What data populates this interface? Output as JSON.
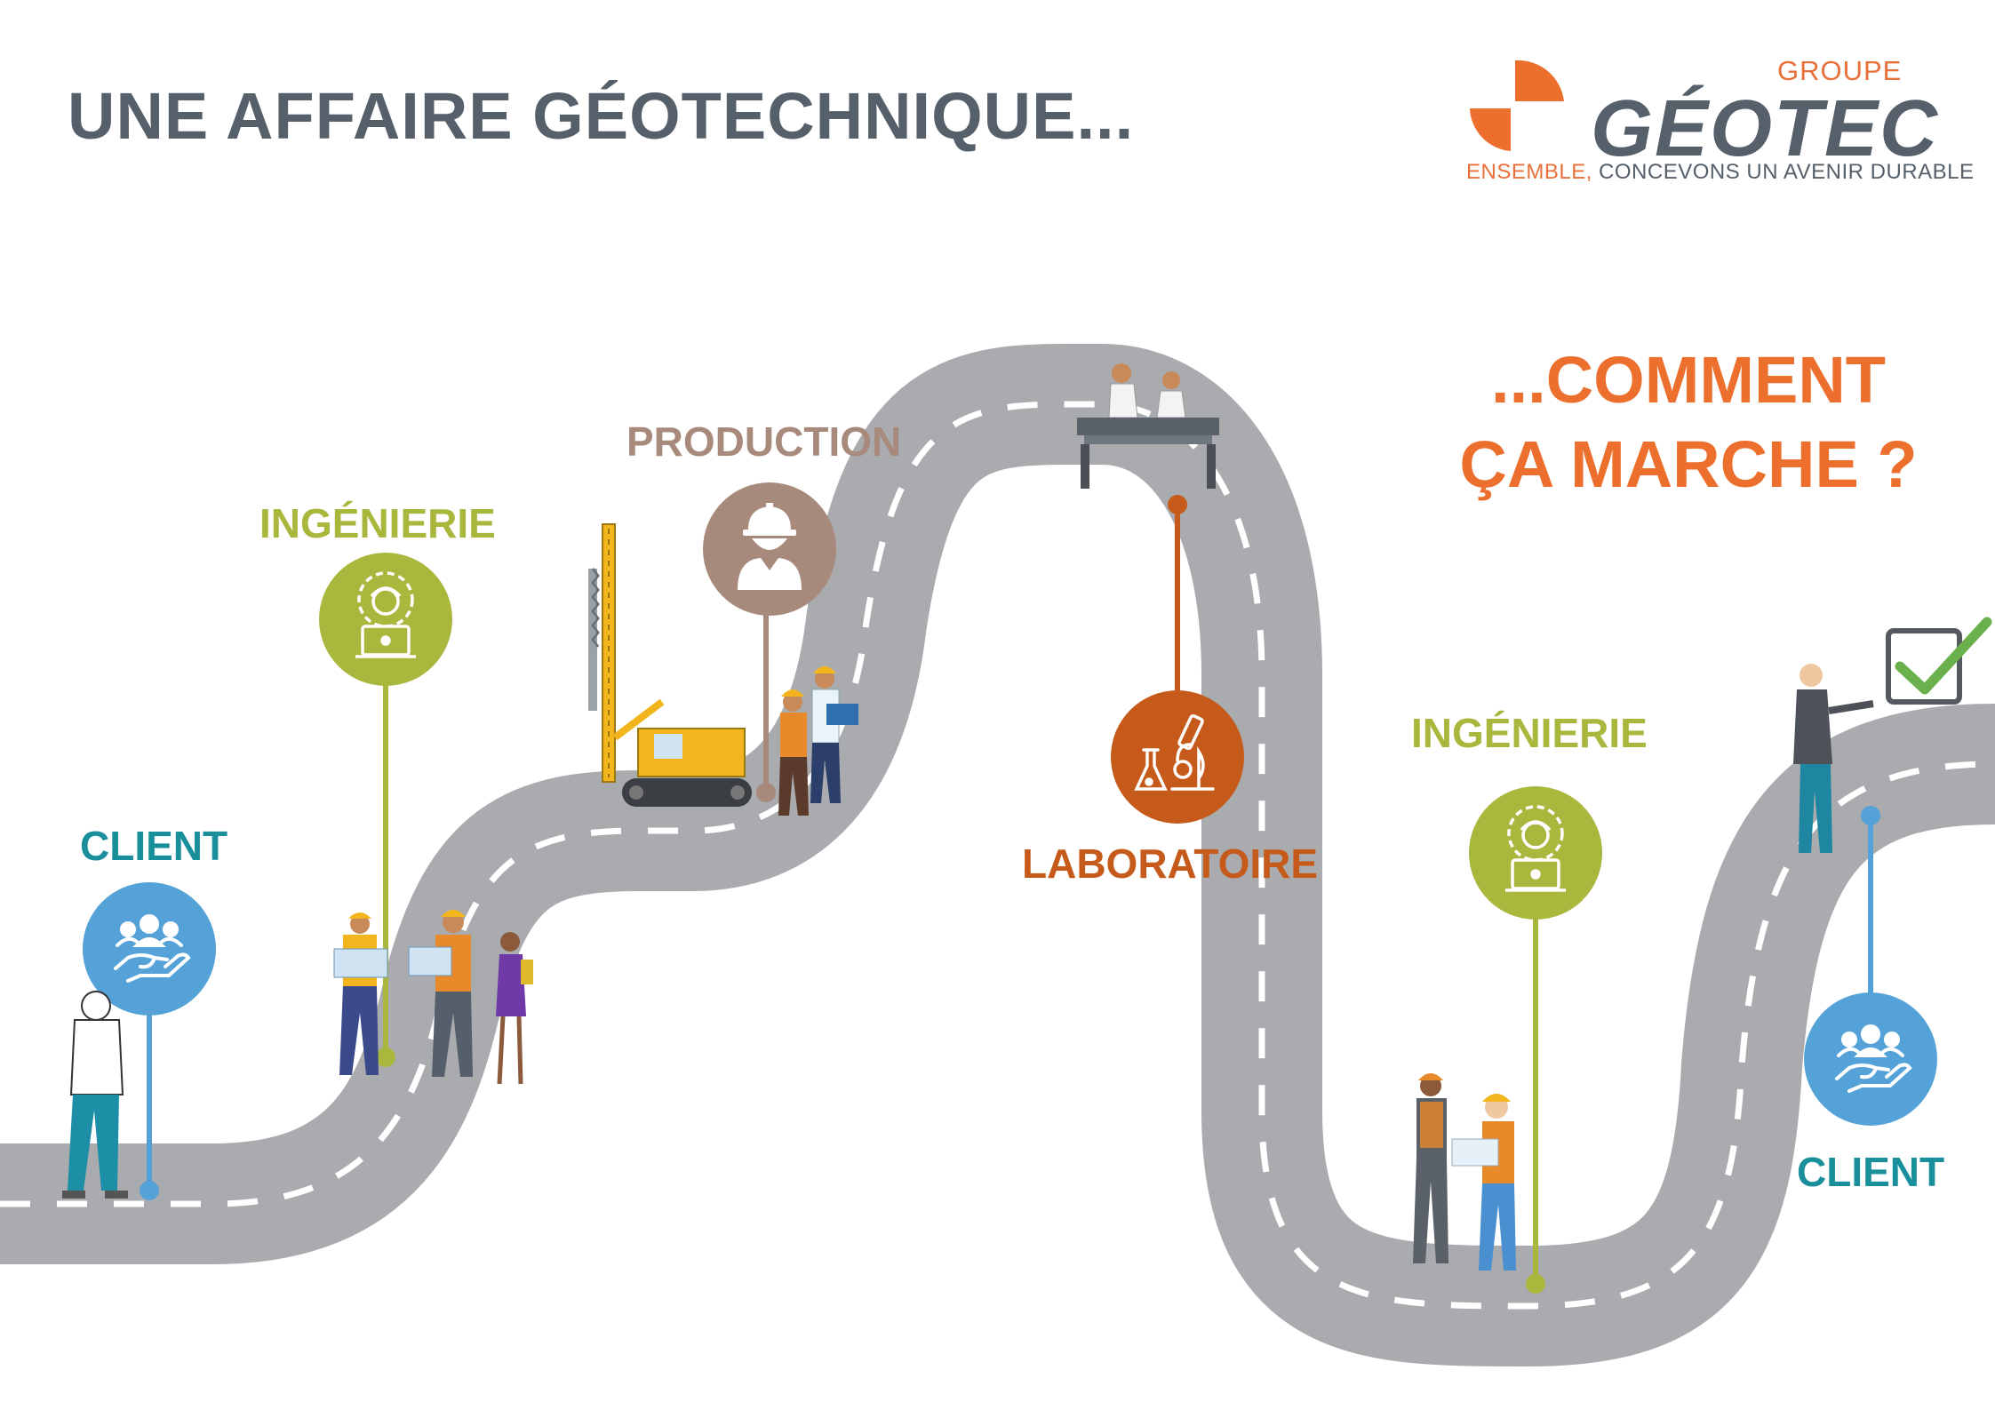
{
  "page": {
    "title": "UNE AFFAIRE GÉOTECHNIQUE...",
    "question_line1": "...COMMENT",
    "question_line2": "ÇA MARCHE ?"
  },
  "logo": {
    "groupe": "GROUPE",
    "name": "GÉOTEC",
    "tagline_accent": "ENSEMBLE,",
    "tagline_rest": " CONCEVONS UN AVENIR DURABLE"
  },
  "stages": [
    {
      "label": "CLIENT",
      "icon": "client-hand-icon",
      "color": "#55a2d8",
      "text_color": "#1a8f9c"
    },
    {
      "label": "INGÉNIERIE",
      "icon": "engineer-laptop-icon",
      "color": "#a9b73d",
      "text_color": "#a9b73d"
    },
    {
      "label": "PRODUCTION",
      "icon": "worker-helmet-icon",
      "color": "#a88a7d",
      "text_color": "#a88a7d"
    },
    {
      "label": "LABORATOIRE",
      "icon": "microscope-flask-icon",
      "color": "#c65a1a",
      "text_color": "#c65a1a"
    },
    {
      "label": "INGÉNIERIE",
      "icon": "engineer-laptop-icon",
      "color": "#a9b73d",
      "text_color": "#a9b73d"
    },
    {
      "label": "CLIENT",
      "icon": "client-hand-icon",
      "color": "#55a2d8",
      "text_color": "#1a8f9c"
    }
  ],
  "colors": {
    "road": "#a9abae",
    "road_line": "#ffffff",
    "title": "#56606a",
    "accent": "#ec6f2d"
  }
}
